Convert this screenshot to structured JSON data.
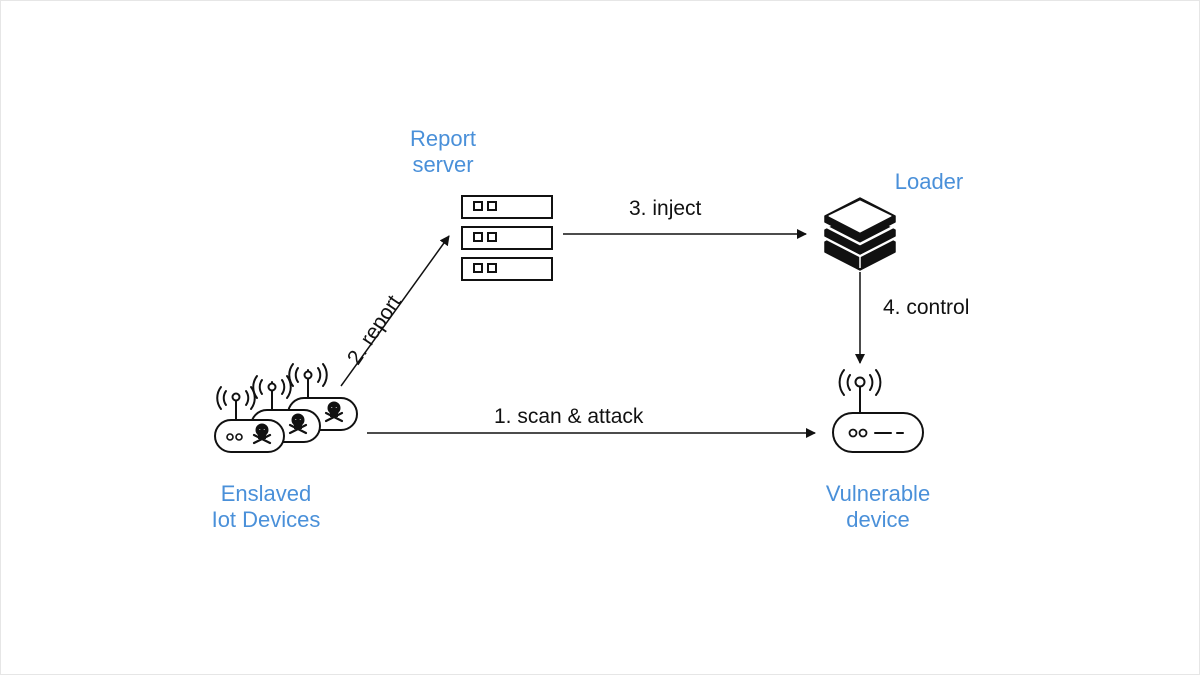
{
  "nodes": {
    "report_server": {
      "line1": "Report",
      "line2": "server",
      "icon": "server-rack-icon"
    },
    "loader": {
      "line1": "Loader",
      "icon": "stacked-layers-icon"
    },
    "enslaved": {
      "line1": "Enslaved",
      "line2": "Iot Devices",
      "icon": "infected-router-icon"
    },
    "vulnerable": {
      "line1": "Vulnerable",
      "line2": "device",
      "icon": "router-icon"
    }
  },
  "steps": {
    "scan": "1. scan & attack",
    "report": "2. report",
    "inject": "3. inject",
    "control": "4. control"
  },
  "colors": {
    "label": "#4a90d9",
    "stroke": "#111111",
    "background": "#ffffff"
  }
}
